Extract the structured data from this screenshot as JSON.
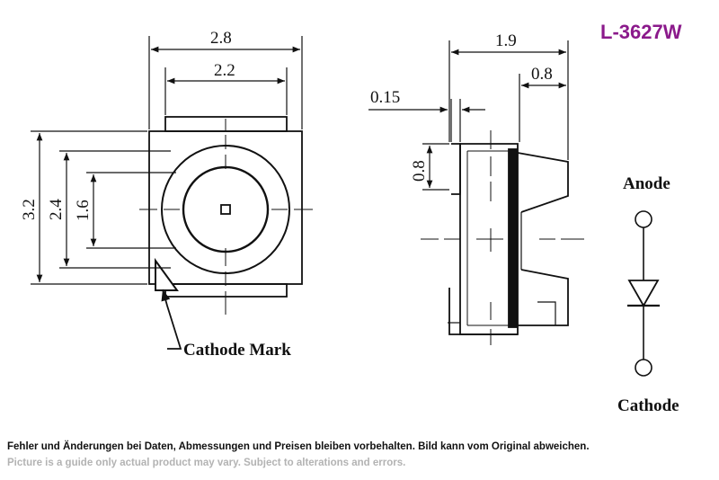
{
  "part_number": "L-3627W",
  "front_view": {
    "dim_total_width": "2.8",
    "dim_inner_width": "2.2",
    "dim_total_height": "3.2",
    "dim_mid_height": "2.4",
    "dim_inner_height": "1.6",
    "cathode_mark_label": "Cathode Mark"
  },
  "side_view": {
    "dim_depth": "1.9",
    "dim_lens": "0.8",
    "dim_lead": "0.15",
    "dim_lead_height": "0.8"
  },
  "symbol": {
    "anode_label": "Anode",
    "cathode_label": "Cathode"
  },
  "footer": {
    "de": "Fehler und Änderungen bei Daten, Abmessungen und Preisen bleiben vorbehalten. Bild kann vom Original abweichen.",
    "en": "Picture is a guide only actual product may vary. Subject to alterations and errors."
  }
}
